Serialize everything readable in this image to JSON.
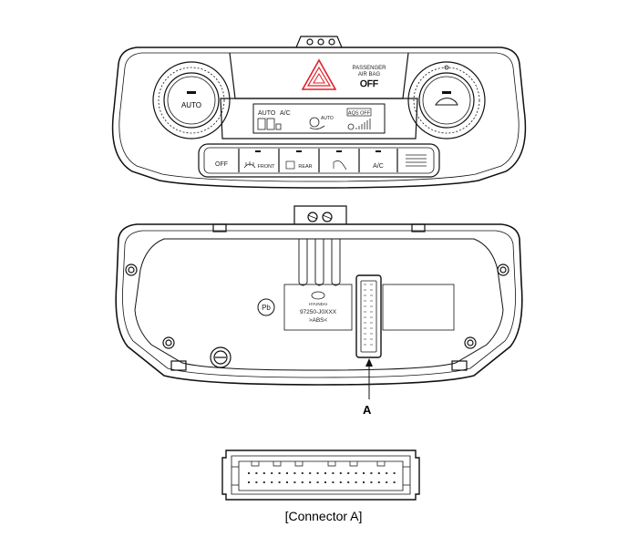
{
  "front_panel": {
    "left_knob_label": "AUTO",
    "airbag_label_line1": "PASSENGER",
    "airbag_label_line2": "AIR BAG",
    "airbag_status": "OFF",
    "display_auto": "AUTO",
    "display_ac": "A/C",
    "display_mode": "AUTO",
    "display_aqs": "AQS OFF",
    "buttons": [
      "OFF",
      "FRONT",
      "REAR",
      "",
      "A/C",
      ""
    ]
  },
  "rear_panel": {
    "logo_text": "HYUNDAI",
    "part_number": "97250-J0XXX",
    "material": ">ABS<",
    "pb_mark": "Pb"
  },
  "callout": {
    "label": "A"
  },
  "connector": {
    "caption": "[Connector A]"
  },
  "colors": {
    "hazard": "#e0202a",
    "line": "#111111",
    "panel_bg": "#ffffff"
  }
}
